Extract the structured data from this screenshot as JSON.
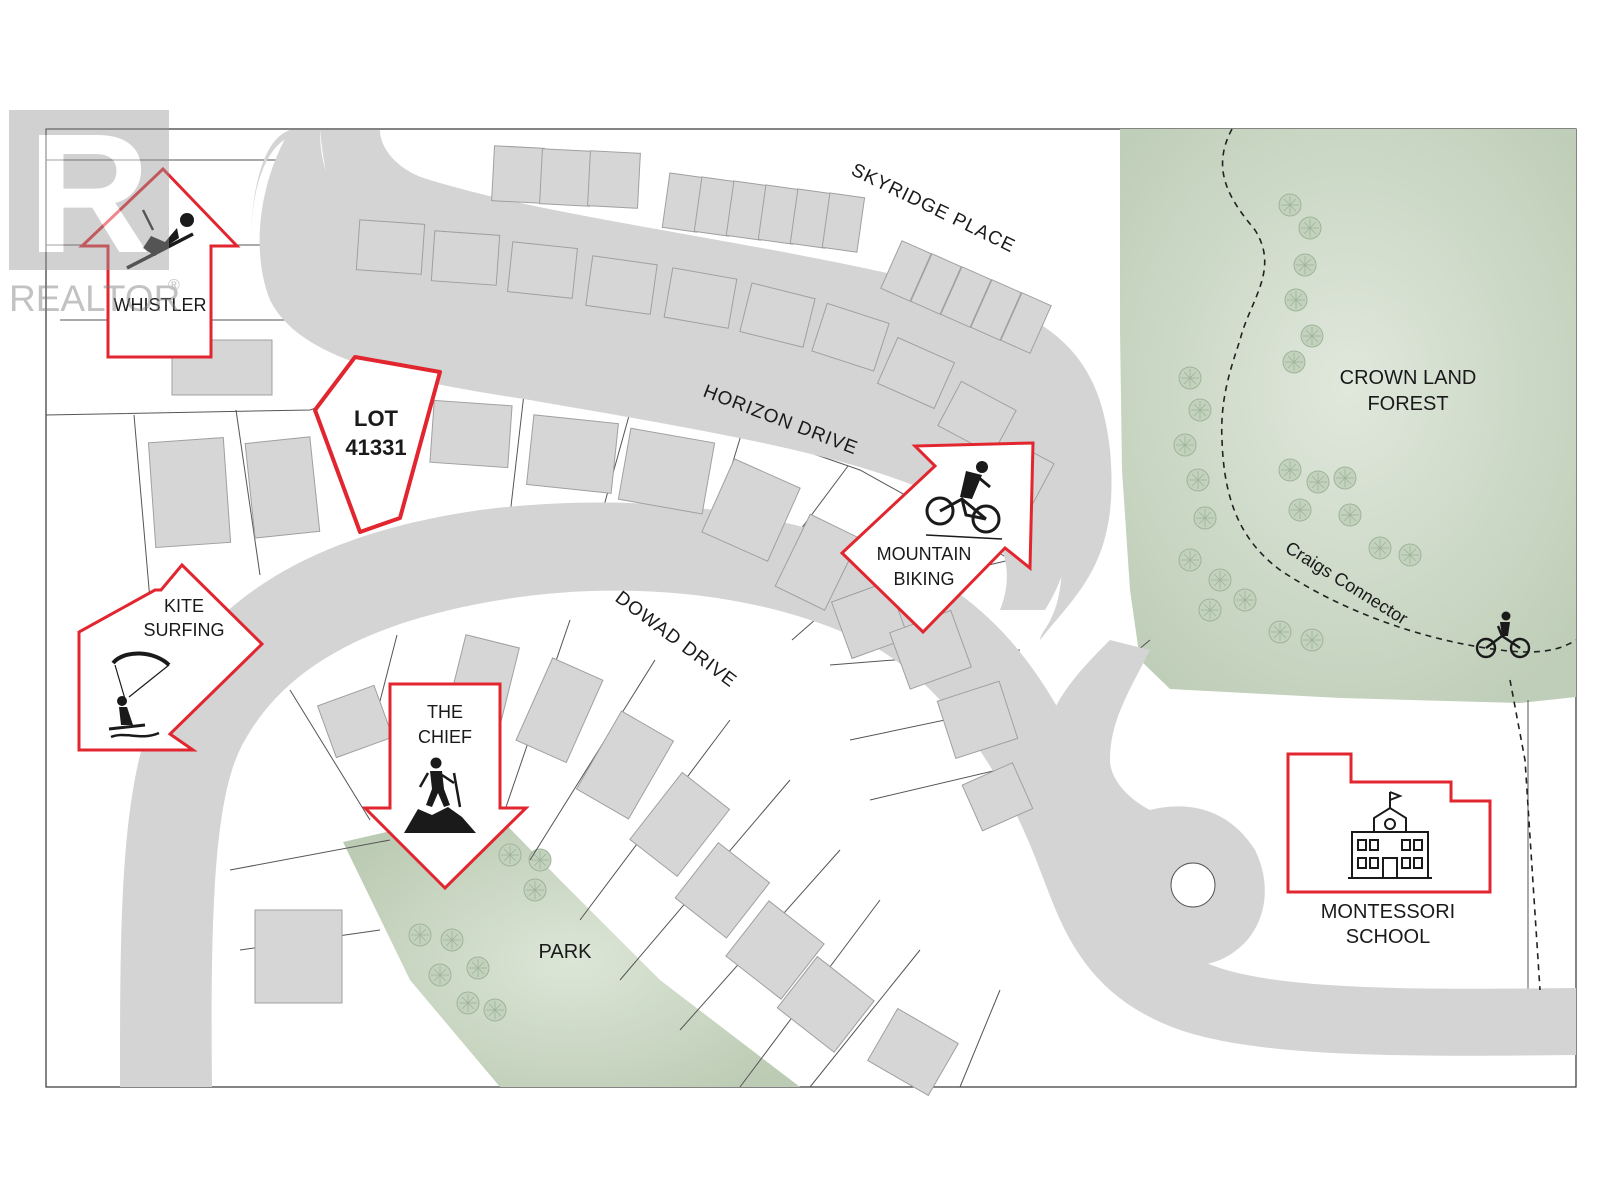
{
  "watermark": {
    "letter": "R",
    "text": "REALTOR",
    "registered": "®"
  },
  "roads": {
    "skyridge": "SKYRIDGE PLACE",
    "horizon": "HORIZON DRIVE",
    "dowad": "DOWAD DRIVE"
  },
  "lot": {
    "line1": "LOT",
    "line2": "41331"
  },
  "areas": {
    "forest_line1": "CROWN LAND",
    "forest_line2": "FOREST",
    "park": "PARK",
    "trail": "Craigs Connector",
    "school_line1": "MONTESSORI",
    "school_line2": "SCHOOL"
  },
  "signs": {
    "whistler": "WHISTLER",
    "kite_line1": "KITE",
    "kite_line2": "SURFING",
    "chief_line1": "THE",
    "chief_line2": "CHIEF",
    "bike_line1": "MOUNTAIN",
    "bike_line2": "BIKING"
  },
  "colors": {
    "road": "#d4d4d4",
    "lot_outline": "#e2262f",
    "forest": "#c8d6c2",
    "building": "#d6d6d6"
  }
}
